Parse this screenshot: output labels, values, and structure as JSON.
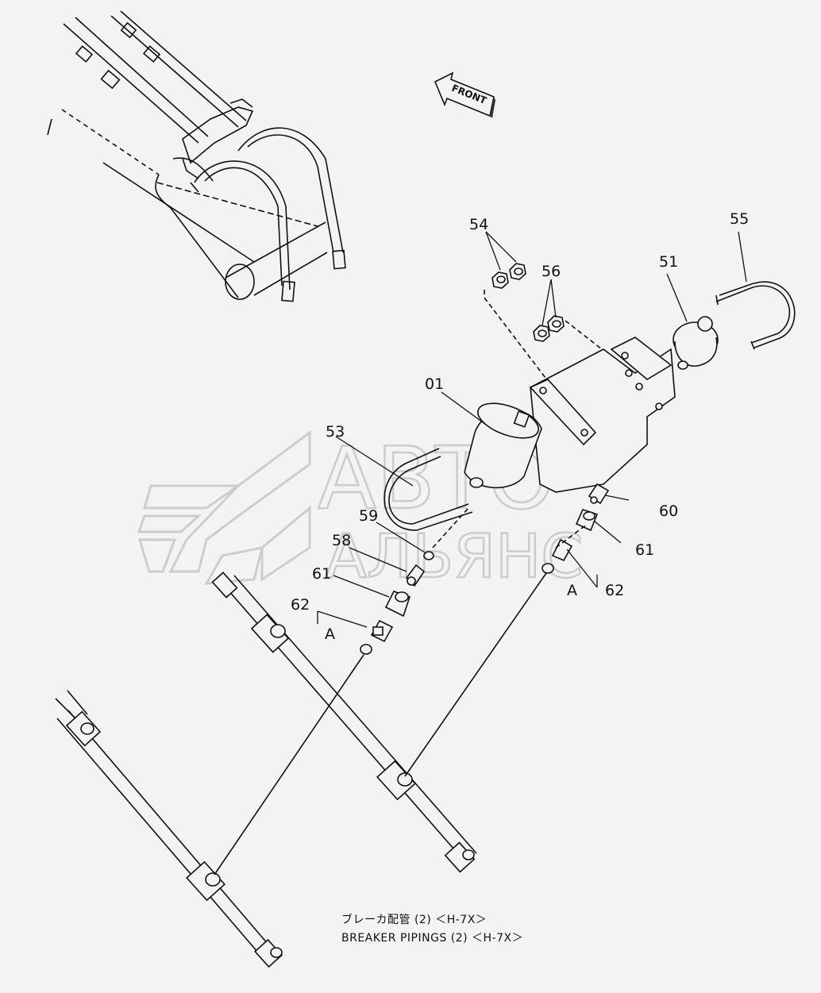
{
  "direction_label": "FRONT",
  "watermark": {
    "line1": "АВТО",
    "line2": "АЛЬЯНС"
  },
  "callouts": {
    "c01": "01",
    "c51": "51",
    "c53": "53",
    "c54": "54",
    "c55": "55",
    "c56": "56",
    "c58": "58",
    "c59": "59",
    "c60": "60",
    "c61_left": "61",
    "c61_right": "61",
    "c62_left": "62",
    "c62_right": "62",
    "a_left": "A",
    "a_right": "A"
  },
  "caption": {
    "japanese": "ブレーカ配管 (2) ＜H-7X＞",
    "english": "BREAKER PIPINGS (2) ＜H-7X＞"
  }
}
